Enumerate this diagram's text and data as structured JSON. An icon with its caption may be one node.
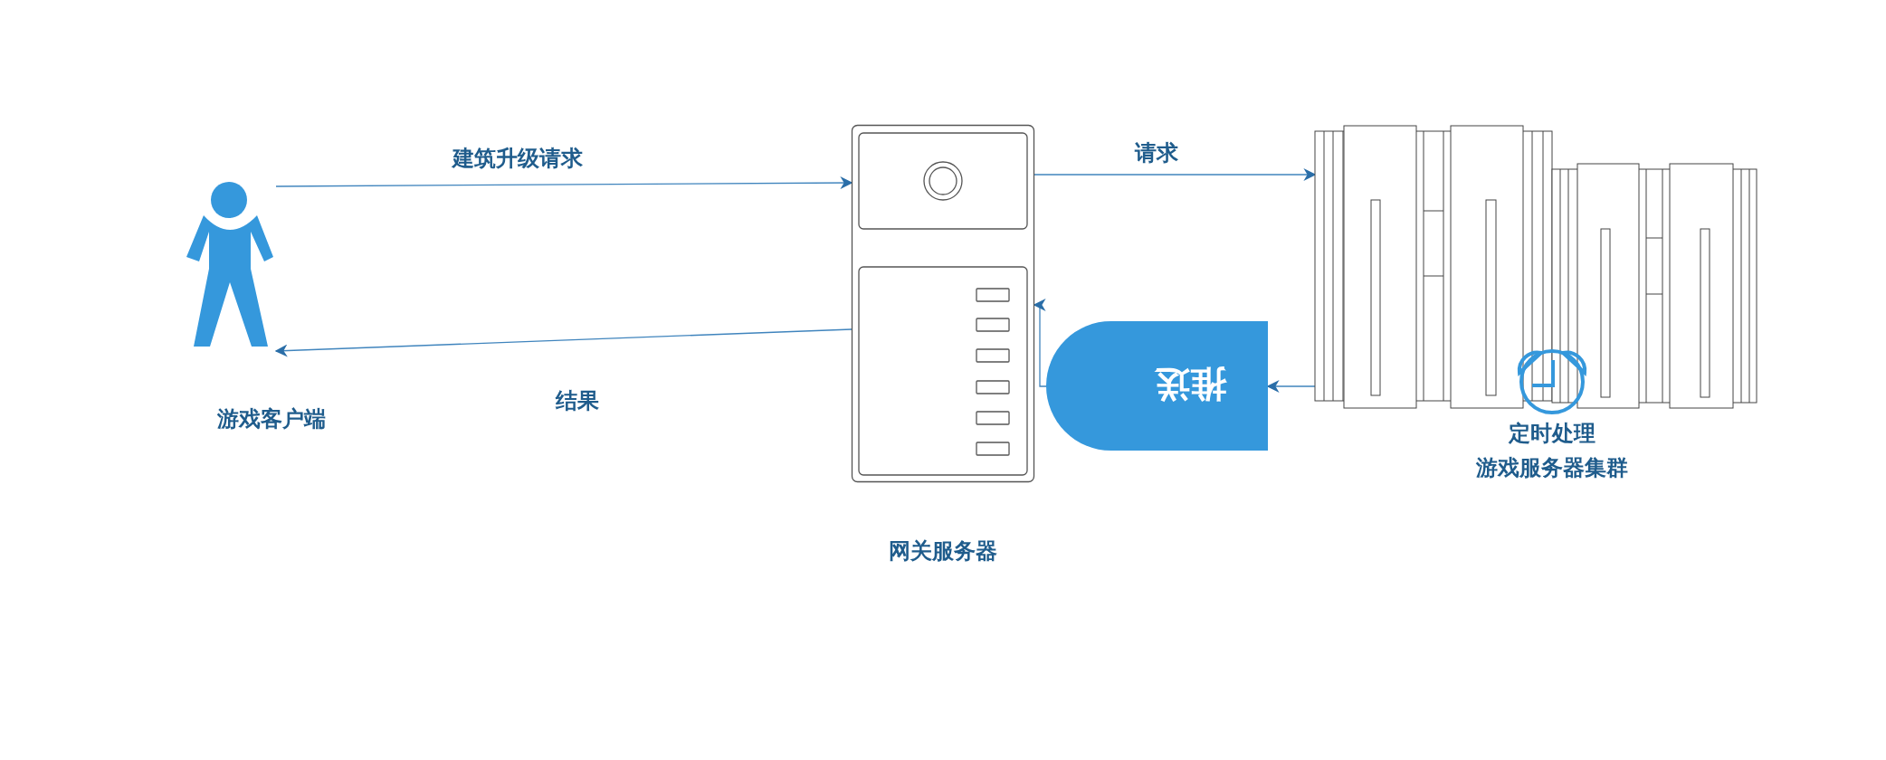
{
  "diagram": {
    "nodes": [
      {
        "text": [
          "游戏客户端"
        ]
      },
      {
        "text": [
          "网关服务器"
        ]
      },
      {
        "text": [
          "推送"
        ]
      },
      {
        "text": [
          "游戏服务器集群"
        ]
      },
      {
        "text": [
          "定时处理"
        ]
      }
    ],
    "edges": [
      {
        "from": 0,
        "to": 1,
        "arrow": "to",
        "label": "建筑升级请求"
      },
      {
        "from": 1,
        "to": 0,
        "arrow": "to",
        "label": "结果"
      },
      {
        "from": 1,
        "to": 3,
        "arrow": "to",
        "label": "请求"
      },
      {
        "from": 3,
        "to": 2,
        "arrow": "to"
      },
      {
        "from": 2,
        "to": 1,
        "arrow": "to"
      }
    ]
  }
}
